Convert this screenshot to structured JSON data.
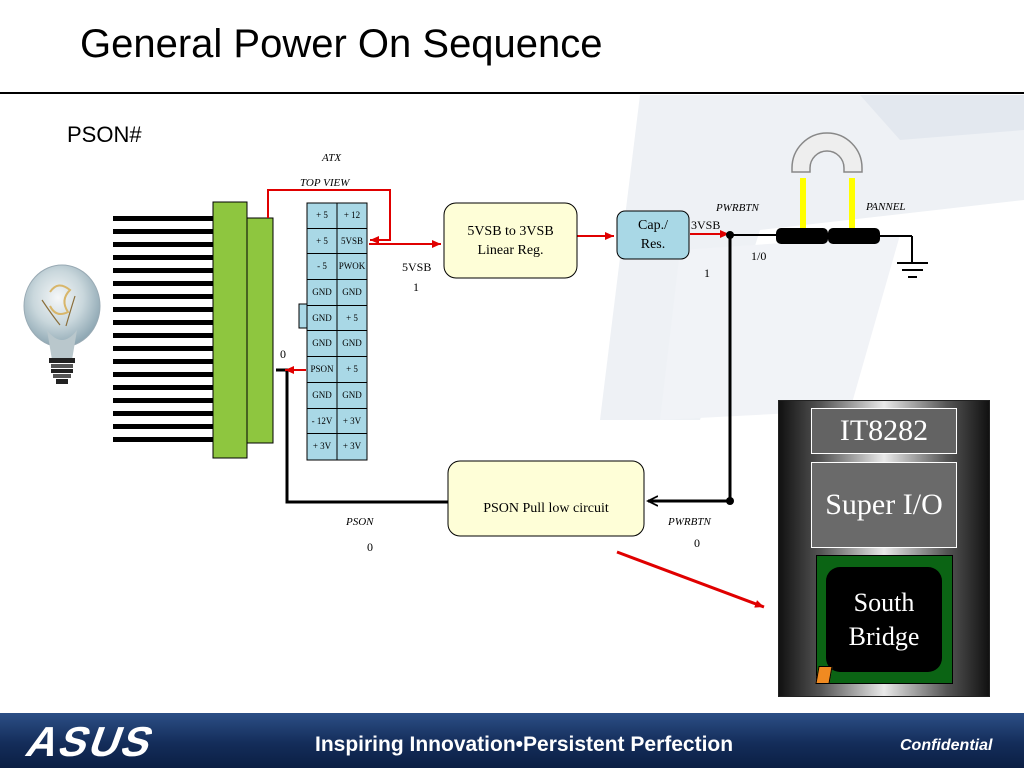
{
  "title": "General Power On Sequence",
  "subtitle": "PSON#",
  "atx": {
    "label": "ATX",
    "view_label": "TOP VIEW",
    "pins_left": [
      "+ 5",
      "+ 5",
      "- 5",
      "GND",
      "GND",
      "GND",
      "PSON",
      "GND",
      "- 12V",
      "+ 3V"
    ],
    "pins_right": [
      "+ 12",
      "5VSB",
      "PWOK",
      "GND",
      "+ 5",
      "GND",
      "+ 5",
      "GND",
      "+ 3V",
      "+ 3V"
    ]
  },
  "blocks": {
    "regulator": [
      "5VSB to 3VSB",
      "Linear Reg."
    ],
    "cap_res": [
      "Cap./",
      "Res."
    ],
    "pullow": "PSON Pull low circuit"
  },
  "labels": {
    "v5vsb": "5VSB",
    "v5vsb_level": "1",
    "v3vsb": "3VSB",
    "pwrbtn_top": "PWRBTN",
    "pwrbtn_top_level": "1",
    "switch_state": "1/0",
    "pannel": "PANNEL",
    "pson_level_left": "0",
    "pson_bottom": "PSON",
    "pson_bottom_level": "0",
    "pwrbtn_bottom": "PWRBTN",
    "pwrbtn_bottom_level": "0"
  },
  "chip": {
    "it8282": "IT8282",
    "superio": "Super I/O",
    "southbridge": [
      "South",
      "Bridge"
    ]
  },
  "footer": {
    "brand": "ASUS",
    "tagline": "Inspiring Innovation•Persistent Perfection",
    "confidential": "Confidential"
  },
  "colors": {
    "block_fill": "#fefed7",
    "cap_fill": "#a9d8e6",
    "connector_green": "#8ec63f",
    "wire_red": "#e00000",
    "footer_navy": "#142d5a"
  }
}
